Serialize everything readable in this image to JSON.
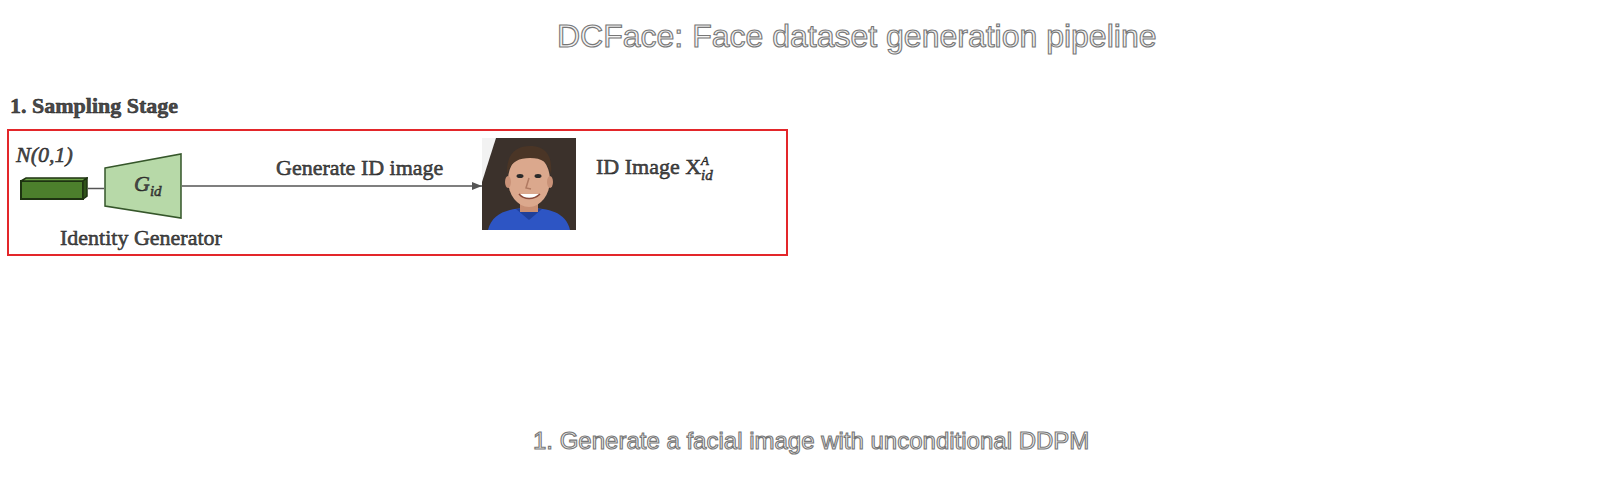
{
  "diagram": {
    "title": "DCFace: Face dataset generation pipeline",
    "caption": "1. Generate a facial image with unconditional DDPM",
    "nodes": [
      {
        "text": [
          "1. Sampling Stage"
        ]
      },
      {
        "text": [
          "N(0,1)"
        ],
        "in": 0
      },
      {
        "text": [
          "G",
          "id",
          "Identity Generator"
        ],
        "in": 0
      },
      {
        "text": [
          "ID Image X",
          "A",
          "id"
        ],
        "in": 0
      }
    ],
    "edges": [
      {
        "from": 1,
        "to": 2,
        "arrow": "none"
      },
      {
        "from": 2,
        "to": 3,
        "label": "Generate ID image",
        "arrow": "to"
      }
    ]
  }
}
